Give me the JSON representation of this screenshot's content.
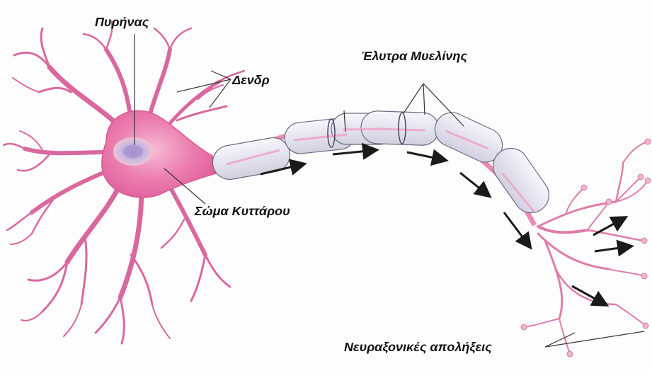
{
  "diagram": {
    "labels": {
      "nucleus": "Πυρήνας",
      "dendrites": "Δενδρ",
      "myelin_sheath": "Έλυτρα Μυελίνης",
      "cell_body": "Σώμα Κυττάρου",
      "axon_terminals": "Νευραξονικές απολήξεις"
    },
    "colors": {
      "cell": "#e86aa4",
      "cell_light": "#f2a9c9",
      "nucleus": "#b8a8d6",
      "myelin_fill": "#eceaf4",
      "myelin_stroke": "#6c6a80",
      "axon_core": "#e98ab4",
      "arrow": "#1a1a1a",
      "leader_line": "#333333"
    }
  }
}
